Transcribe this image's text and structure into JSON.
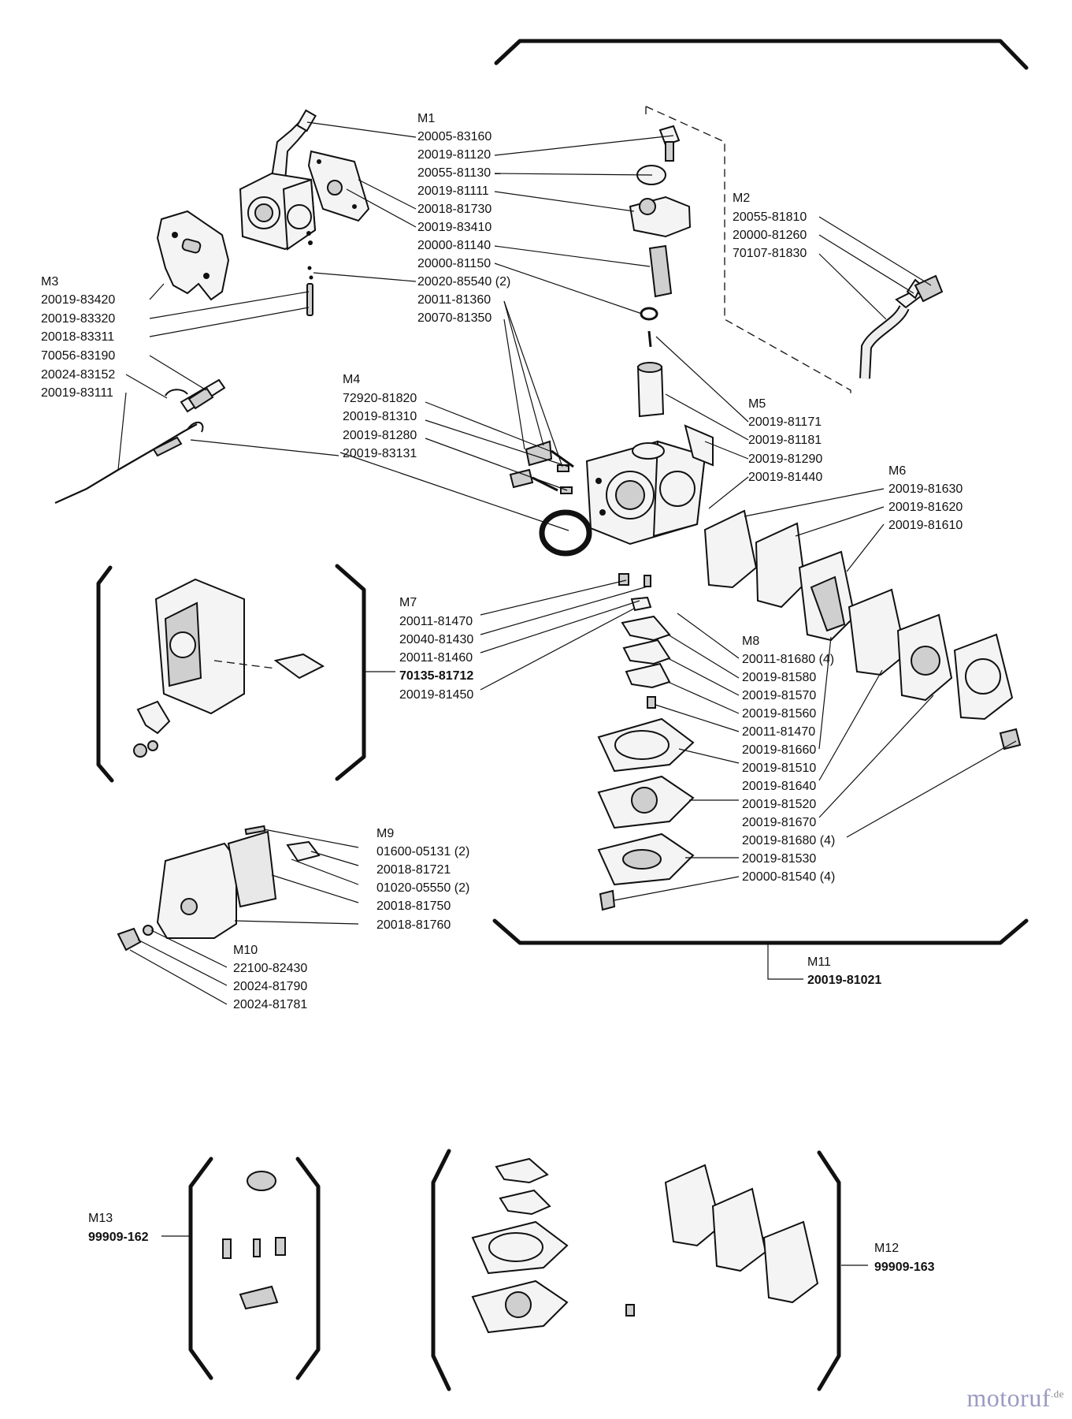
{
  "groups": [
    {
      "id": "M1",
      "labels": [
        "20005-83160",
        "20019-81120",
        "20055-81130",
        "20019-81111",
        "20018-81730",
        "20019-83410",
        "20000-81140",
        "20000-81150",
        "20020-85540 (2)",
        "20011-81360",
        "20070-81350"
      ]
    },
    {
      "id": "M2",
      "labels": [
        "20055-81810",
        "20000-81260",
        "70107-81830"
      ]
    },
    {
      "id": "M3",
      "labels": [
        "20019-83420",
        "20019-83320",
        "20018-83311",
        "70056-83190",
        "20024-83152",
        "20019-83111"
      ]
    },
    {
      "id": "M4",
      "labels": [
        "72920-81820",
        "20019-81310",
        "20019-81280",
        "20019-83131"
      ]
    },
    {
      "id": "M5",
      "labels": [
        "20019-81171",
        "20019-81181",
        "20019-81290",
        "20019-81440"
      ]
    },
    {
      "id": "M6",
      "labels": [
        "20019-81630",
        "20019-81620",
        "20019-81610"
      ]
    },
    {
      "id": "M7",
      "labels": [
        "20011-81470",
        "20040-81430",
        "20011-81460",
        "70135-81712",
        "20019-81450"
      ]
    },
    {
      "id": "M8",
      "labels": [
        "20011-81680 (4)",
        "20019-81580",
        "20019-81570",
        "20019-81560",
        "20011-81470",
        "20019-81660",
        "20019-81510",
        "20019-81640",
        "20019-81520",
        "20019-81670",
        "20019-81680 (4)",
        "20019-81530",
        "20000-81540 (4)"
      ]
    },
    {
      "id": "M9",
      "labels": [
        "01600-05131 (2)",
        "20018-81721",
        "01020-05550 (2)",
        "20018-81750",
        "20018-81760"
      ]
    },
    {
      "id": "M10",
      "labels": [
        "22100-82430",
        "20024-81790",
        "20024-81781"
      ]
    },
    {
      "id": "M11",
      "labels": [
        "20019-81021"
      ]
    },
    {
      "id": "M12",
      "labels": [
        "99909-163"
      ]
    },
    {
      "id": "M13",
      "labels": [
        "99909-162"
      ]
    }
  ],
  "watermark": {
    "name": "motoruf",
    "tld": ".de"
  }
}
